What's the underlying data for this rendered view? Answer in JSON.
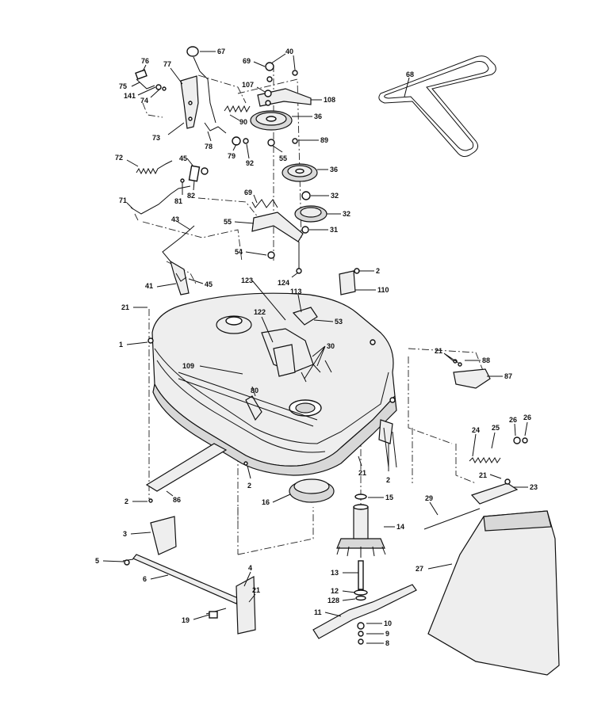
{
  "labels": {
    "l67": "67",
    "l40": "40",
    "l69a": "69",
    "l76": "76",
    "l77": "77",
    "l68": "68",
    "l75": "75",
    "l74": "74",
    "l141": "141",
    "l107": "107",
    "l108": "108",
    "l36a": "36",
    "l90": "90",
    "l73": "73",
    "l78": "78",
    "l79": "79",
    "l92": "92",
    "l89": "89",
    "l55a": "55",
    "l36b": "36",
    "l72": "72",
    "l45a": "45",
    "l81": "81",
    "l82": "82",
    "l32a": "32",
    "l69b": "69",
    "l32b": "32",
    "l71": "71",
    "l43": "43",
    "l55b": "55",
    "l31": "31",
    "l54": "54",
    "l2a": "2",
    "l124": "124",
    "l123": "123",
    "l41": "41",
    "l45b": "45",
    "l110": "110",
    "l113": "113",
    "l21a": "21",
    "l122": "122",
    "l53": "53",
    "l1": "1",
    "l30": "30",
    "l21b": "21",
    "l88": "88",
    "l109": "109",
    "l80": "80",
    "l87": "87",
    "l26a": "26",
    "l26b": "26",
    "l24": "24",
    "l25": "25",
    "l21c": "21",
    "l2b": "2",
    "l23": "23",
    "l2c": "2",
    "l86": "86",
    "l16": "16",
    "l15": "15",
    "l29": "29",
    "l2d": "2",
    "l14": "14",
    "l3": "3",
    "l5a": "5",
    "l6": "6",
    "l4": "4",
    "l21d": "21",
    "l27": "27",
    "l13": "13",
    "l12": "12",
    "l128": "128",
    "l11": "11",
    "l19": "19",
    "l10": "10",
    "l9": "9",
    "l8": "8"
  },
  "icons": [
    "mower-deck-icon",
    "drive-belt-icon",
    "pulley-icon",
    "blade-icon",
    "spindle-icon",
    "discharge-chute-icon",
    "spring-icon"
  ]
}
